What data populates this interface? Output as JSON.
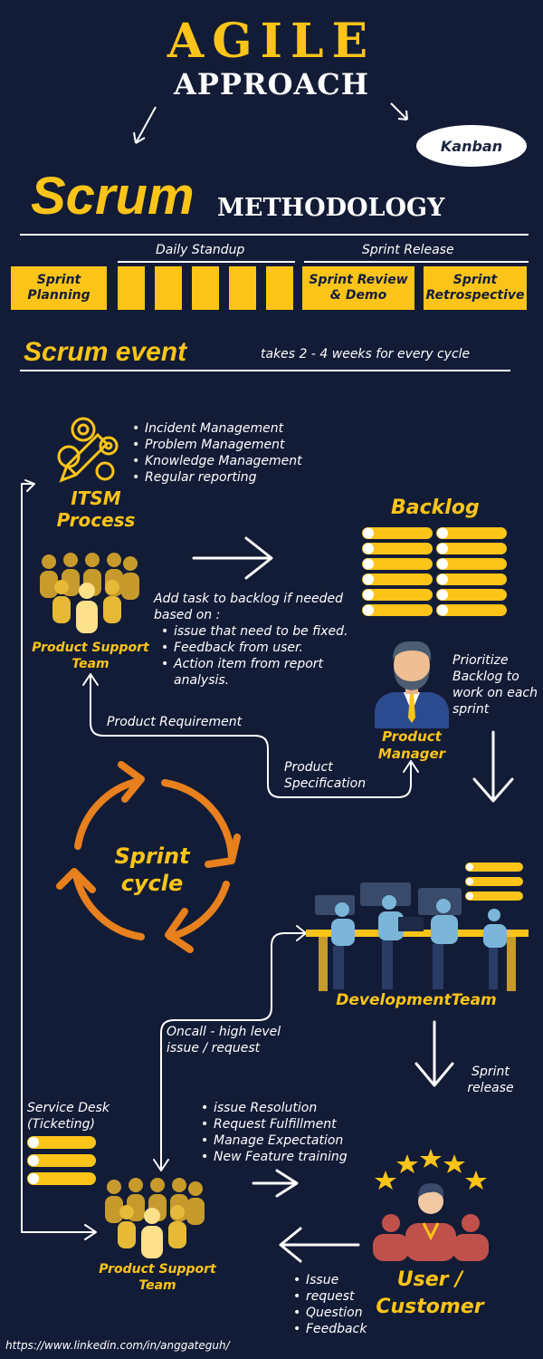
{
  "header": {
    "title": "AGILE",
    "subtitle": "APPROACH",
    "kanban": "Kanban",
    "scrum": "Scrum",
    "methodology": "METHODOLOGY"
  },
  "timeline": {
    "daily_standup": "Daily Standup",
    "sprint_release": "Sprint Release",
    "sprint_planning": "Sprint Planning",
    "sprint_review": "Sprint Review & Demo",
    "sprint_retro": "Sprint Retrospective"
  },
  "event": {
    "title": "Scrum event",
    "duration": "takes 2 - 4 weeks for every cycle"
  },
  "itsm": {
    "label": "ITSM Process",
    "items": [
      "Incident Management",
      "Problem Management",
      "Knowledge Management",
      "Regular reporting"
    ]
  },
  "backlog": {
    "title": "Backlog"
  },
  "support_team_top": {
    "label": "Product Support Team",
    "intro": "Add task to backlog if needed based on :",
    "items": [
      "issue that need to be fixed.",
      "Feedback from user.",
      "Action item from report analysis."
    ]
  },
  "product_manager": {
    "label": "Product Manager",
    "prioritize": "Prioritize Backlog to work on each sprint"
  },
  "flows": {
    "product_requirement": "Product Requirement",
    "product_specification": "Product Specification",
    "oncall": "Oncall - high level issue / request",
    "sprint_release": "Sprint release",
    "service_desk": "Service Desk (Ticketing)"
  },
  "sprint_cycle": "Sprint cycle",
  "dev_team": {
    "label": "DevelopmentTeam"
  },
  "support_team_bottom": {
    "label": "Product Support Team",
    "items": [
      "issue Resolution",
      "Request Fulfillment",
      "Manage Expectation",
      "New Feature training"
    ]
  },
  "user": {
    "label": "User / Customer",
    "items": [
      "Issue",
      "request",
      "Question",
      "Feedback"
    ]
  },
  "footer": {
    "url": "https://www.linkedin.com/in/anggateguh/"
  },
  "colors": {
    "background": "#131c36",
    "accent": "#fcc419",
    "orange": "#e8801e"
  }
}
